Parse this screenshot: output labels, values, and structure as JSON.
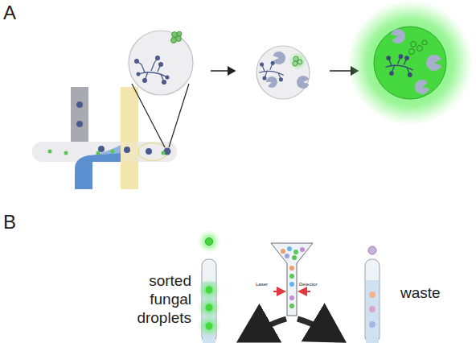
{
  "diagram": {
    "labels": [
      "A",
      "B",
      "Laser",
      "Detector",
      "sorted fungal droplets",
      "waste"
    ]
  }
}
